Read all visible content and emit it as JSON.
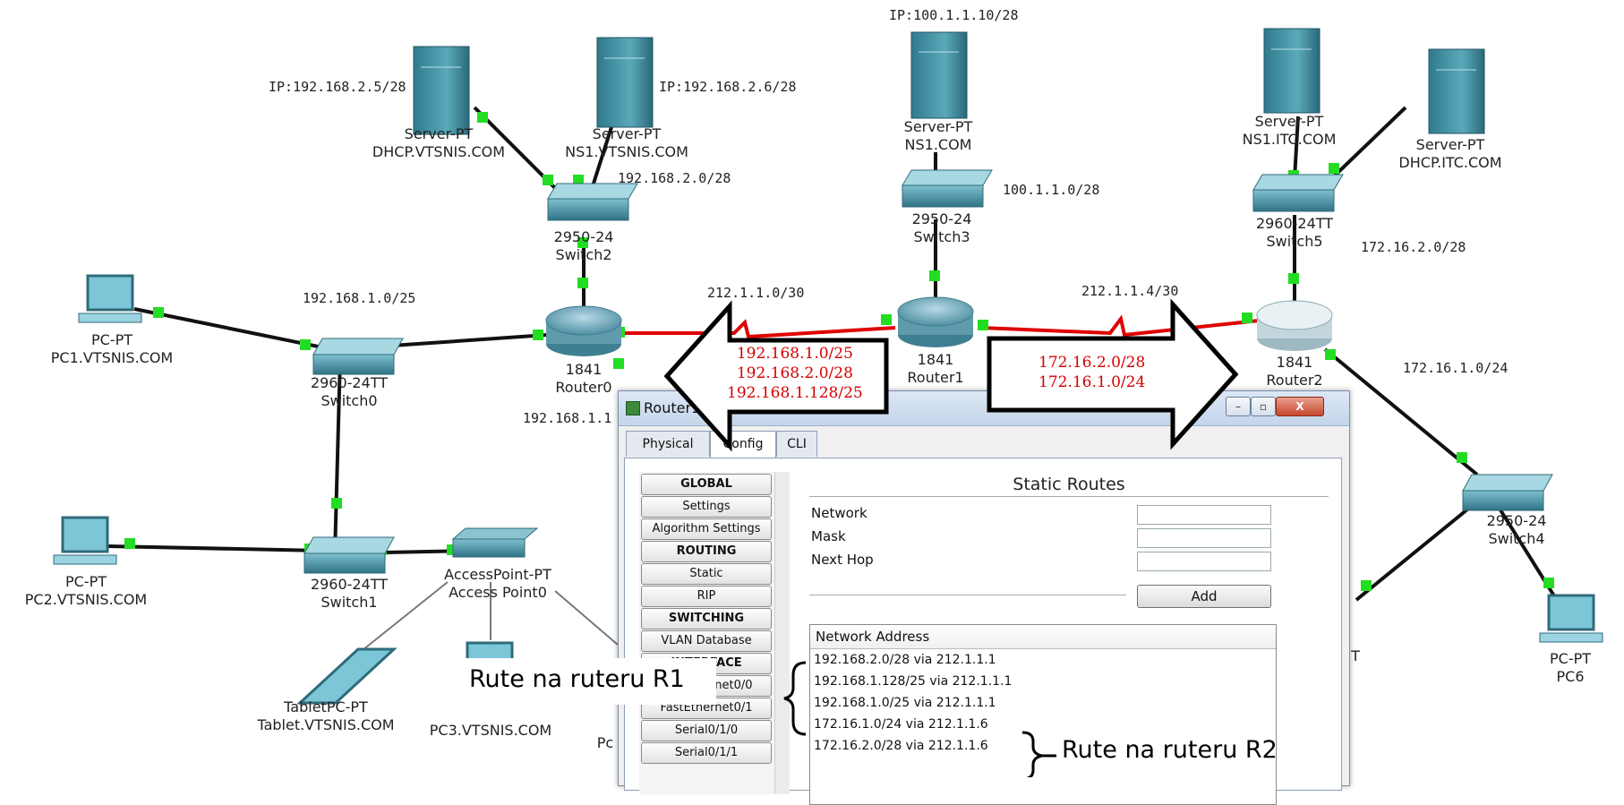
{
  "topology": {
    "devices": [
      {
        "id": "srv-dhcp-vts",
        "type": "Server-PT",
        "name": "DHCP.VTSNIS.COM",
        "ip": "IP:192.168.2.5/28"
      },
      {
        "id": "srv-ns1-vts",
        "type": "Server-PT",
        "name": "NS1.VTSNIS.COM",
        "ip": "IP:192.168.2.6/28"
      },
      {
        "id": "srv-ns1-com",
        "type": "Server-PT",
        "name": "NS1.COM",
        "ip": "IP:100.1.1.10/28"
      },
      {
        "id": "srv-ns1-itc",
        "type": "Server-PT",
        "name": "NS1.ITC.COM"
      },
      {
        "id": "srv-dhcp-itc",
        "type": "Server-PT",
        "name": "DHCP.ITC.COM"
      },
      {
        "id": "sw2",
        "type": "2950-24",
        "name": "Switch2"
      },
      {
        "id": "sw3",
        "type": "2950-24",
        "name": "Switch3"
      },
      {
        "id": "sw5",
        "type": "2960-24TT",
        "name": "Switch5"
      },
      {
        "id": "sw0",
        "type": "2960-24TT",
        "name": "Switch0"
      },
      {
        "id": "sw1",
        "type": "2960-24TT",
        "name": "Switch1"
      },
      {
        "id": "sw4",
        "type": "2950-24",
        "name": "Switch4"
      },
      {
        "id": "r0",
        "type": "1841",
        "name": "Router0"
      },
      {
        "id": "r1",
        "type": "1841",
        "name": "Router1"
      },
      {
        "id": "r2",
        "type": "1841",
        "name": "Router2"
      },
      {
        "id": "pc1",
        "type": "PC-PT",
        "name": "PC1.VTSNIS.COM"
      },
      {
        "id": "pc2",
        "type": "PC-PT",
        "name": "PC2.VTSNIS.COM"
      },
      {
        "id": "pc3",
        "type": "",
        "name": "PC3.VTSNIS.COM"
      },
      {
        "id": "pc6",
        "type": "PC-PT",
        "name": "PC6"
      },
      {
        "id": "ap0",
        "type": "AccessPoint-PT",
        "name": "Access Point0"
      },
      {
        "id": "tablet",
        "type": "TabletPC-PT",
        "name": "Tablet.VTSNIS.COM"
      }
    ],
    "networks": {
      "n1": "192.168.1.0/25",
      "n2": "192.168.2.0/28",
      "n3": "100.1.1.0/28",
      "n4": "172.16.2.0/28",
      "n5": "172.16.1.0/24",
      "n6": "212.1.1.0/30",
      "n7": "212.1.1.4/30",
      "n8": "192.168.1.1",
      "partial_t": "T",
      "partial_pc": "Pc"
    }
  },
  "arrows": {
    "left_routes": [
      "192.168.1.0/25",
      "192.168.2.0/28",
      "192.168.1.128/25"
    ],
    "right_routes": [
      "172.16.2.0/28",
      "172.16.1.0/24"
    ]
  },
  "window": {
    "title": "Router1",
    "controls": {
      "min": "–",
      "max": "▫",
      "close": "X"
    },
    "tabs": [
      "Physical",
      "Config",
      "CLI"
    ],
    "active_tab": "Config",
    "sidebar": [
      {
        "label": "GLOBAL",
        "header": true
      },
      {
        "label": "Settings"
      },
      {
        "label": "Algorithm Settings"
      },
      {
        "label": "ROUTING",
        "header": true
      },
      {
        "label": "Static"
      },
      {
        "label": "RIP"
      },
      {
        "label": "SWITCHING",
        "header": true
      },
      {
        "label": "VLAN Database"
      },
      {
        "label": "INTERFACE",
        "header": true
      },
      {
        "label": "FastEthernet0/0"
      },
      {
        "label": "FastEthernet0/1"
      },
      {
        "label": "Serial0/1/0"
      },
      {
        "label": "Serial0/1/1"
      }
    ],
    "static_routes": {
      "title": "Static Routes",
      "network_label": "Network",
      "mask_label": "Mask",
      "next_hop_label": "Next Hop",
      "network_value": "",
      "mask_value": "",
      "next_hop_value": "",
      "add_label": "Add",
      "table_header": "Network Address",
      "routes": [
        "192.168.2.0/28 via 212.1.1.1",
        "192.168.1.128/25 via 212.1.1.1",
        "192.168.1.0/25 via 212.1.1.1",
        "172.16.1.0/24 via 212.1.1.6",
        "172.16.2.0/28 via 212.1.1.6"
      ]
    }
  },
  "callouts": {
    "r1": "Rute na ruteru R1",
    "r2": "Rute na ruteru R2"
  },
  "colors": {
    "serial_link": "#e00000",
    "link_light": "#22dd22",
    "arrow_text": "#d40000"
  }
}
